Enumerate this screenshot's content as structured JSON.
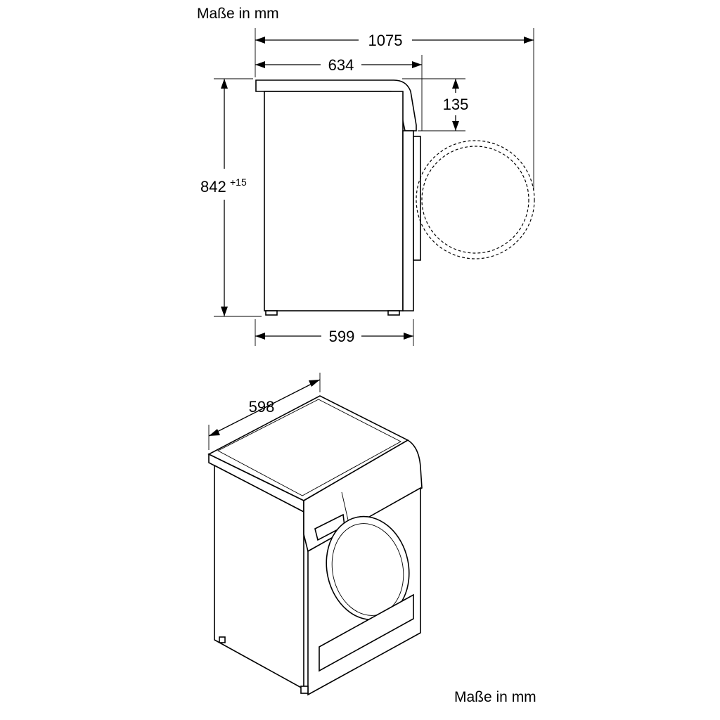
{
  "captions": {
    "top_left": "Maße in mm",
    "bottom_right": "Maße in mm"
  },
  "dimensions": {
    "overall_depth_door_open": "1075",
    "depth_with_panel": "634",
    "control_panel_height": "135",
    "height": "842",
    "height_tolerance": "+15",
    "depth_body": "599",
    "width": "598"
  }
}
